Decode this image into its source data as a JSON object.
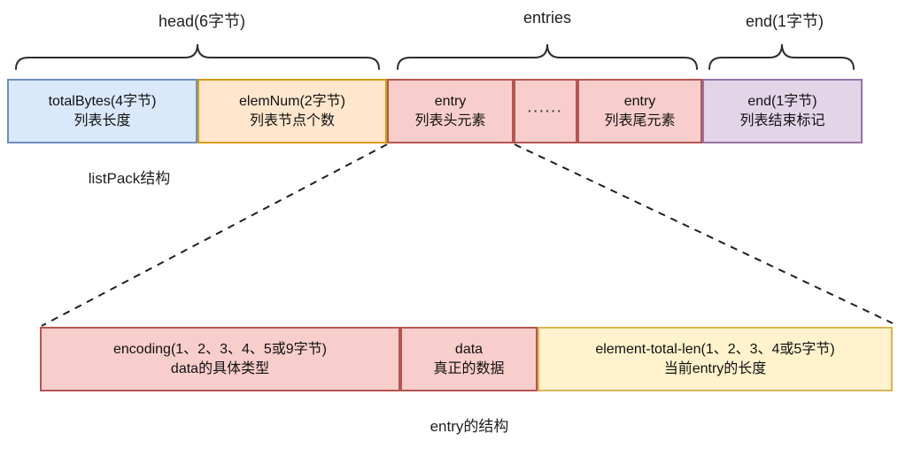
{
  "diagram": {
    "braces": [
      {
        "label": "head(6字节)"
      },
      {
        "label": "entries"
      },
      {
        "label": "end(1字节)"
      }
    ],
    "top_row": {
      "total_bytes": {
        "line1": "totalBytes(4字节)",
        "line2": "列表长度"
      },
      "elem_num": {
        "line1": "elemNum(2字节)",
        "line2": "列表节点个数"
      },
      "entry_head": {
        "line1": "entry",
        "line2": "列表头元素"
      },
      "dots": {
        "line1": "······",
        "line2": ""
      },
      "entry_tail": {
        "line1": "entry",
        "line2": "列表尾元素"
      },
      "end": {
        "line1": "end(1字节)",
        "line2": "列表结束标记"
      }
    },
    "top_caption": "listPack结构",
    "bottom_row": {
      "encoding": {
        "line1": "encoding(1、2、3、4、5或9字节)",
        "line2": "data的具体类型"
      },
      "data": {
        "line1": "data",
        "line2": "真正的数据"
      },
      "element_total_len": {
        "line1": "element-total-len(1、2、3、4或5字节)",
        "line2": "当前entry的长度"
      }
    },
    "bottom_caption": "entry的结构",
    "colors": {
      "blue_fill": "#dae8fc",
      "blue_stroke": "#6c8ebf",
      "orange_fill": "#ffe6cc",
      "orange_stroke": "#d79b00",
      "red_fill": "#f8cecc",
      "red_stroke": "#b85450",
      "purple_fill": "#e1d5e7",
      "purple_stroke": "#9673a6",
      "yellow_fill": "#fff2cc",
      "yellow_stroke": "#d6b656",
      "line_color": "#2d2d2d"
    }
  }
}
